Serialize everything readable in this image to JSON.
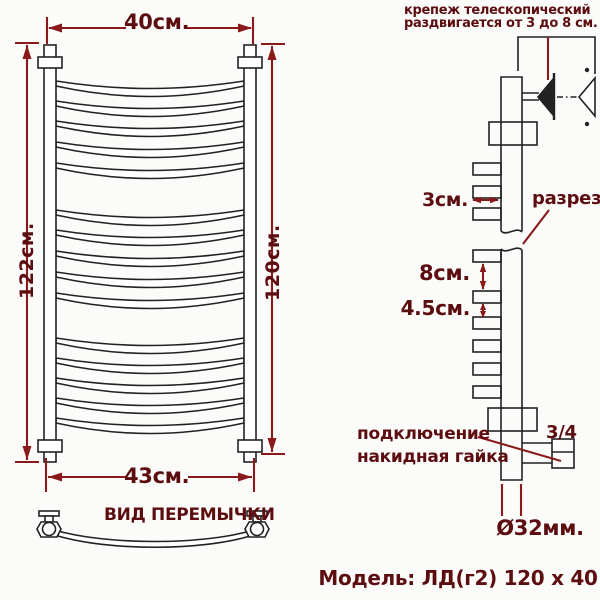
{
  "front_view": {
    "top_width_label": "40см.",
    "left_height_label": "122см.",
    "right_height_label": "120см.",
    "bottom_width_label": "43см.",
    "rung_rows_y": [
      81,
      101,
      121,
      142,
      163,
      210,
      230,
      251,
      272,
      293,
      338,
      358,
      378,
      398,
      418
    ]
  },
  "crossbar_view": {
    "title": "ВИД ПЕРЕМЫЧКИ"
  },
  "side_view": {
    "bracket_note_line1": "крепеж телескопический",
    "bracket_note_line2": "раздвигается от 3 до 8 см.",
    "depth_label": "3см.",
    "section_label": "разрез",
    "gap_large_label": "8см.",
    "gap_small_label": "4.5см.",
    "connection_line1": "подключение",
    "connection_line2": "накидная гайка",
    "thread_label": "3/4",
    "diameter_label": "Ø32мм.",
    "stub_rows_y": [
      163,
      186,
      208,
      250,
      291,
      317,
      340,
      363,
      386
    ]
  },
  "footer": {
    "model_label": "Модель: ЛД(г2) 120 х 40"
  },
  "colors": {
    "background": "#fbfbf9",
    "drawing": "#222222",
    "dimension": "#8a191b",
    "label": "#5c0d10"
  }
}
